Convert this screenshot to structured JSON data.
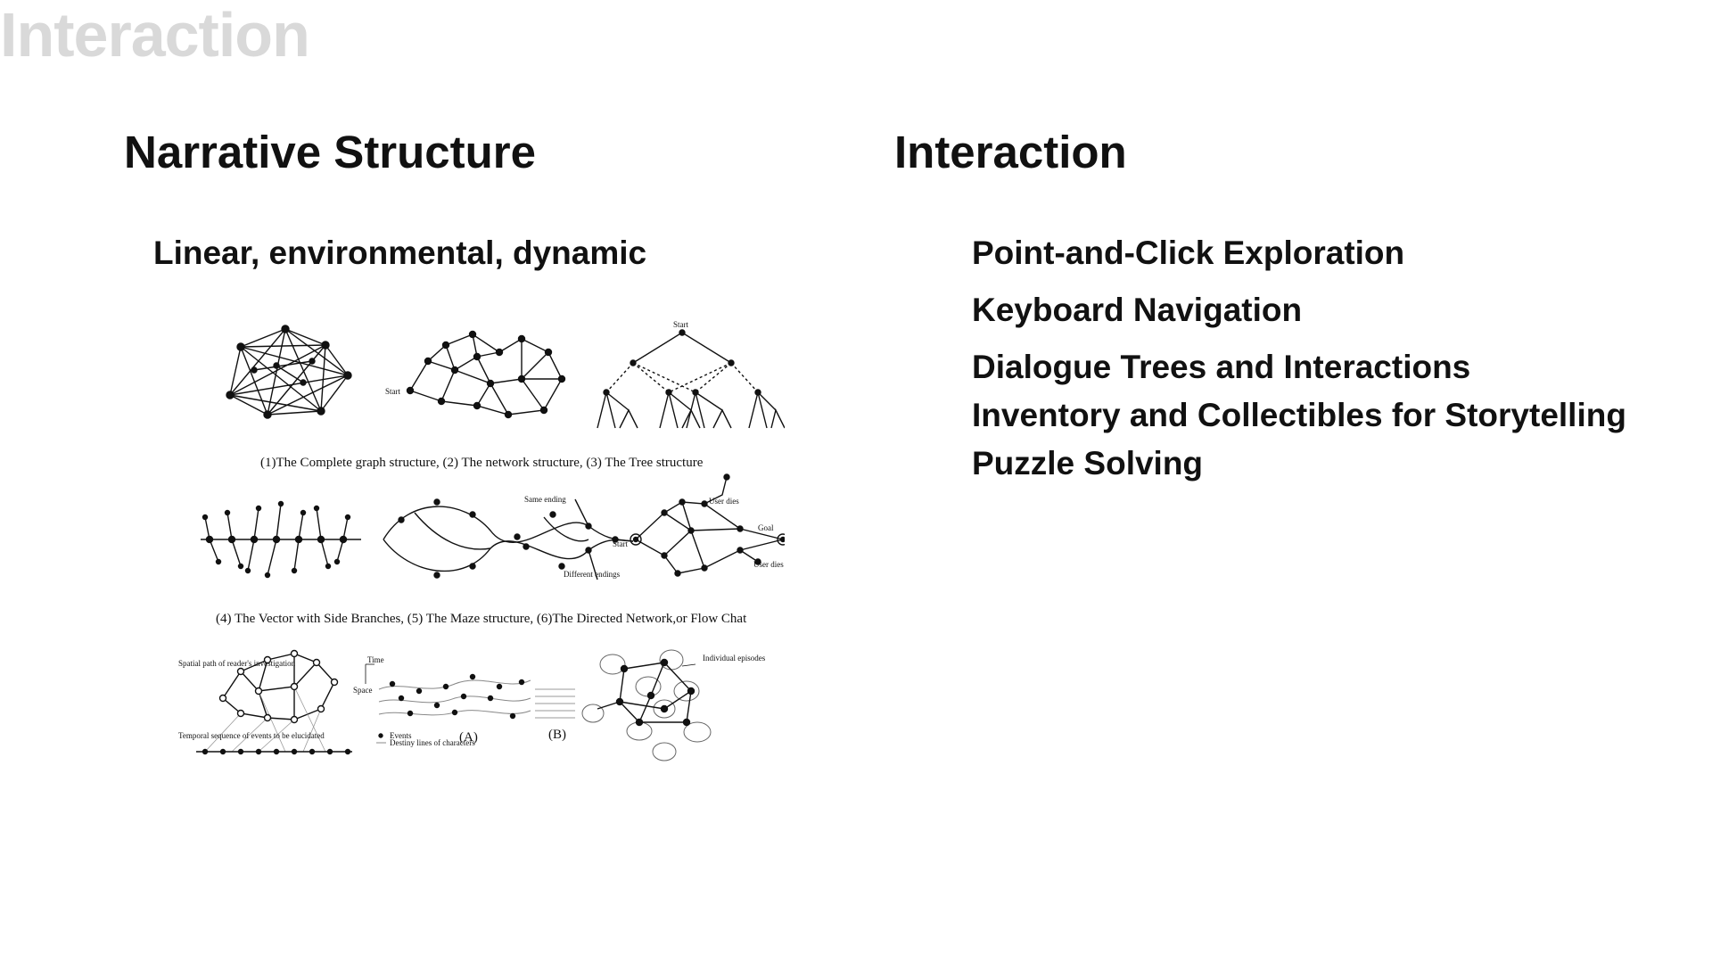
{
  "page": {
    "ghost_title": "Interaction"
  },
  "left": {
    "heading": "Narrative Structure",
    "subheading": "Linear, environmental, dynamic",
    "figure": {
      "caption_row1": "(1)The Complete graph structure, (2) The network structure, (3) The Tree structure",
      "caption_row2": "(4) The Vector with Side Branches, (5) The Maze structure, (6)The Directed Network,or Flow Chat",
      "labels": {
        "start_network": "Start",
        "start_tree": "Start",
        "same_ending": "Same ending",
        "different_endings": "Different endings",
        "user_dies_1": "User dies",
        "user_dies_2": "User dies",
        "start_flow": "Start",
        "goal": "Goal",
        "spatial_path": "Spatial path of reader's investigation",
        "temporal_sequence": "Temporal sequence of events to be elucidated",
        "time": "Time",
        "space": "Space",
        "events": "Events",
        "destiny_lines": "Destiny lines of characters",
        "label_a": "(A)",
        "label_b": "(B)",
        "individual_episodes": "Individual episodes"
      }
    }
  },
  "right": {
    "heading": "Interaction",
    "items": [
      "Point-and-Click Exploration",
      "Keyboard Navigation",
      "Dialogue Trees and Interactions",
      "Inventory and Collectibles for Storytelling",
      "Puzzle Solving"
    ]
  }
}
